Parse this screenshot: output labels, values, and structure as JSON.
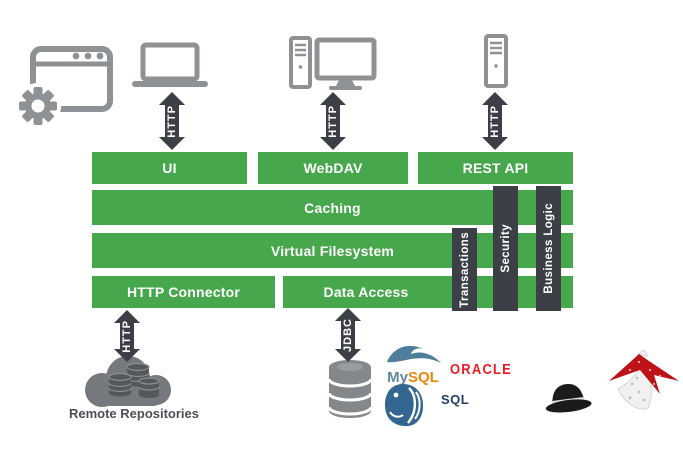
{
  "arrows": {
    "http_label": "HTTP",
    "jdbc_label": "JDBC"
  },
  "layers": {
    "ui": "UI",
    "webdav": "WebDAV",
    "rest_api": "REST API",
    "caching": "Caching",
    "virtual_filesystem": "Virtual Filesystem",
    "http_connector": "HTTP Connector",
    "data_access": "Data Access"
  },
  "pillars": {
    "transactions": "Transactions",
    "security": "Security",
    "business_logic": "Business Logic"
  },
  "bottom": {
    "remote_repositories_label": "Remote Repositories"
  },
  "logos": {
    "mysql_my": "My",
    "mysql_sql": "SQL",
    "oracle": "ORACLE",
    "sql_server_text": "SQL"
  },
  "icons": {
    "top_left": "browser-window-with-gear",
    "clients": [
      "laptop",
      "desktop-computer",
      "server-tower"
    ],
    "bottom_left": "cloud-with-database-cylinders",
    "bottom_middle": "database-cylinder",
    "db_logos": [
      "mysql-dolphin",
      "oracle-wordmark",
      "postgresql-elephant",
      "sql-server-wordmark",
      "derby-hat",
      "sql-server-sail"
    ]
  },
  "colors": {
    "layer_green": "#46a74c",
    "dark_charcoal": "#3c4046",
    "icon_gray": "#8f9295",
    "cloud_gray": "#75787c",
    "label_gray": "#4a4f55",
    "oracle_red": "#ed1c24",
    "mysql_blue": "#5d87a1",
    "mysql_orange": "#e8890c",
    "postgres_blue": "#336791",
    "sqlserver_navy": "#20406b",
    "sqlserver_red": "#bc1218",
    "hat_black": "#1a1b1d"
  }
}
